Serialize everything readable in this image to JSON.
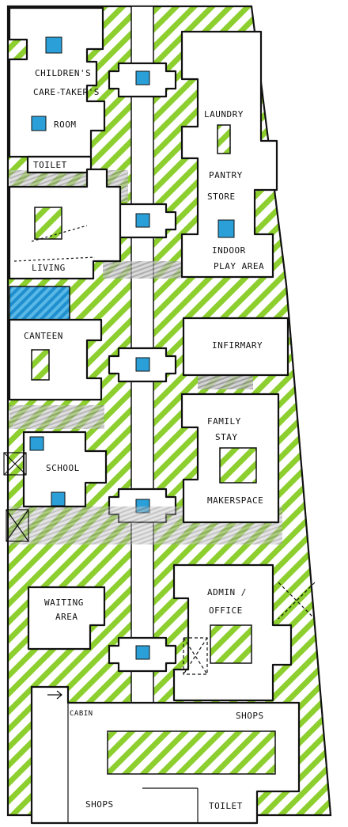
{
  "rooms": {
    "childrens_caretaker_1": "CHILDREN'S",
    "childrens_caretaker_2": "CARE-",
    "childrens_caretaker_3": "TAKER'S",
    "childrens_caretaker_4": "ROOM",
    "toilet_top": "TOILET",
    "laundry": "LAUNDRY",
    "pantry": "PANTRY",
    "store": "STORE",
    "living": "LIVING",
    "indoor_play_1": "INDOOR",
    "indoor_play_2": "PLAY AREA",
    "canteen": "CANTEEN",
    "infirmary": "INFIRMARY",
    "family_stay_1": "FAMILY",
    "family_stay_2": "STAY",
    "school": "SCHOOL",
    "makerspace": "MAKERSPACE",
    "waiting_1": "WAITING",
    "waiting_2": "AREA",
    "admin_1": "ADMIN /",
    "admin_2": "OFFICE",
    "cabin": "CABIN",
    "shops_top": "SHOPS",
    "shops_bottom": "SHOPS",
    "toilet_bottom": "TOILET"
  },
  "colors": {
    "green_hatch": "#8ccf2e",
    "blue_fill": "#2a9fd8",
    "ink": "#111111",
    "grey_band": "#9a9a9a"
  }
}
